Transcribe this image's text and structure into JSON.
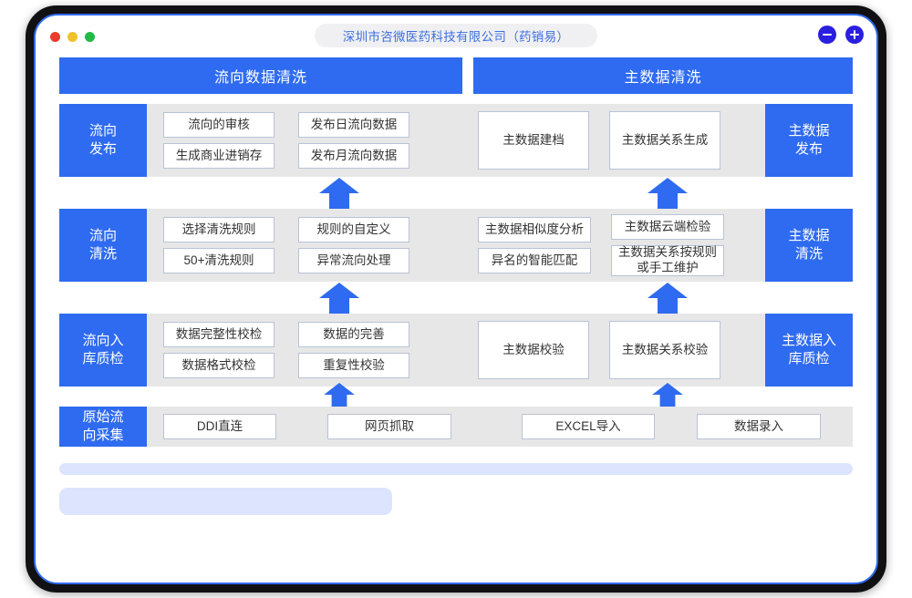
{
  "window": {
    "title": "深圳市咨微医药科技有限公司（药销易）",
    "traffic_lights": [
      "close-red",
      "minimize-yellow",
      "maximize-green"
    ],
    "actions": [
      {
        "name": "minus-button",
        "glyph": "−"
      },
      {
        "name": "plus-button",
        "glyph": "+"
      }
    ],
    "accent_color": "#2f6bf0",
    "row_bg_color": "#e7e7e8",
    "card_border_color": "#b9c3d6",
    "skeleton_color": "#dce5fd"
  },
  "headers": {
    "left": "流向数据清洗",
    "right": "主数据清洗"
  },
  "rows": [
    {
      "left_label": "流向\n发布",
      "right_label": "主数据\n发布",
      "left_cards": [
        [
          "流向的审核",
          "生成商业进销存"
        ],
        [
          "发布日流向数据",
          "发布月流向数据"
        ]
      ],
      "right_cards": [
        [
          "主数据建档"
        ],
        [
          "主数据关系生成"
        ]
      ]
    },
    {
      "left_label": "流向\n清洗",
      "right_label": "主数据\n清洗",
      "left_cards": [
        [
          "选择清洗规则",
          "50+清洗规则"
        ],
        [
          "规则的自定义",
          "异常流向处理"
        ]
      ],
      "right_cards": [
        [
          "主数据相似度分析",
          "异名的智能匹配"
        ],
        [
          "主数据云端检验",
          "主数据关系按规则\n或手工维护"
        ]
      ]
    },
    {
      "left_label": "流向入\n库质检",
      "right_label": "主数据入\n库质检",
      "left_cards": [
        [
          "数据完整性校检",
          "数据格式校检"
        ],
        [
          "数据的完善",
          "重复性校验"
        ]
      ],
      "right_cards": [
        [
          "主数据校验"
        ],
        [
          "主数据关系校验"
        ]
      ]
    },
    {
      "left_label": "原始流\n向采集",
      "right_label": "",
      "left_cards": [
        [
          "DDI直连"
        ],
        [
          "网页抓取"
        ]
      ],
      "right_cards": [
        [
          "EXCEL导入"
        ],
        [
          "数据录入"
        ]
      ]
    }
  ]
}
